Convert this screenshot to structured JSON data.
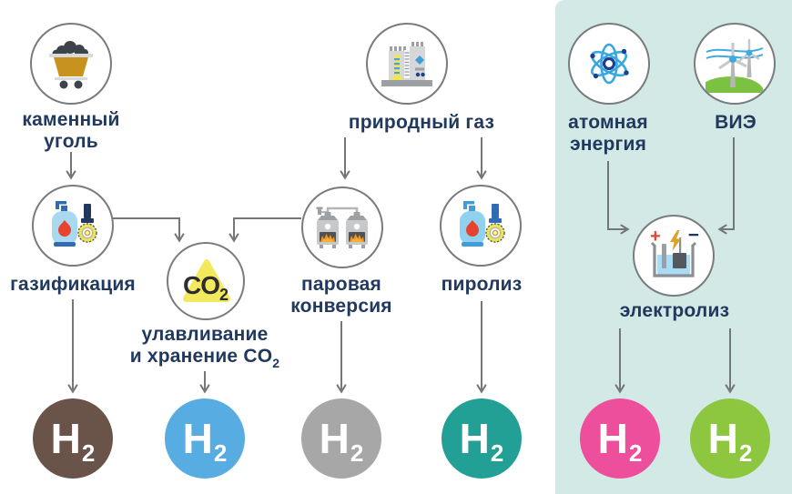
{
  "colors": {
    "background": "#ffffff",
    "panel": "#d2e9e5",
    "text": "#21395e",
    "connector": "#747678",
    "node_border": "#797c7e",
    "co2_triangle": "#f3e95d"
  },
  "nodes": {
    "coal": {
      "line1": "каменный",
      "line2": "уголь"
    },
    "natural_gas": {
      "line1": "природный газ"
    },
    "nuclear": {
      "line1": "атомная",
      "line2": "энергия"
    },
    "renewables": {
      "line1": "ВИЭ"
    },
    "gasification": {
      "line1": "газификация"
    },
    "steam_reforming": {
      "line1": "паровая",
      "line2": "конверсия"
    },
    "pyrolysis": {
      "line1": "пиролиз"
    },
    "electrolysis": {
      "line1": "электролиз",
      "plus": "+",
      "minus": "−"
    },
    "ccs": {
      "line1": "улавливание",
      "line2": "и хранение CO",
      "line2_sub": "2"
    },
    "co2_badge": {
      "main": "CO",
      "sub": "2"
    }
  },
  "h2_symbol": {
    "main": "H",
    "sub": "2"
  },
  "h2_outputs": [
    {
      "id": "from-gasification",
      "color": "#6a5348"
    },
    {
      "id": "from-ccs",
      "color": "#57ade2"
    },
    {
      "id": "from-steam-reforming",
      "color": "#a7a7a7"
    },
    {
      "id": "from-pyrolysis",
      "color": "#23a096"
    },
    {
      "id": "from-electrolysis-nuclear",
      "color": "#ed4f9d"
    },
    {
      "id": "from-electrolysis-renewables",
      "color": "#8dc63f"
    }
  ]
}
